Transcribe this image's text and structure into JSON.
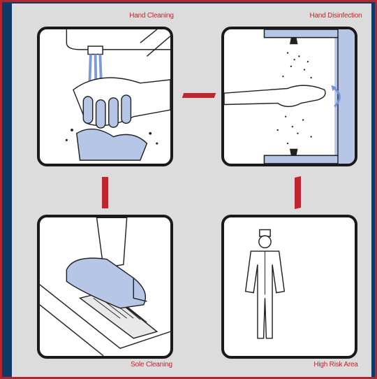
{
  "steps": {
    "hand_cleaning": "Hand Cleaning",
    "hand_disinfection": "Hand Disinfection",
    "sole_cleaning": "Sole Cleaning",
    "high_risk_area": "High Risk Area"
  },
  "colors": {
    "background": "#0d3a66",
    "border_red": "#b3262f",
    "panel": "#dcdcdc",
    "accent_red": "#c0262f",
    "light_blue": "#b5c6e6"
  }
}
